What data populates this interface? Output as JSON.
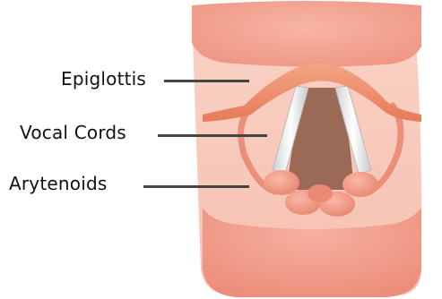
{
  "labels": {
    "epiglottis": "Epiglottis",
    "vocal_cords": "Vocal Cords",
    "arytenoids": "Arytenoids"
  },
  "colors": {
    "background": "#ffffff",
    "tissue_light": "#f7c4b6",
    "tissue_mid": "#f4a596",
    "tissue_dark": "#ec8a78",
    "epiglottis": "#ee8f6c",
    "glottis_opening": "#9a6a56",
    "cords": "#e9e9ea",
    "arytenoids": "#f3a08c",
    "leader_line": "#444444"
  }
}
